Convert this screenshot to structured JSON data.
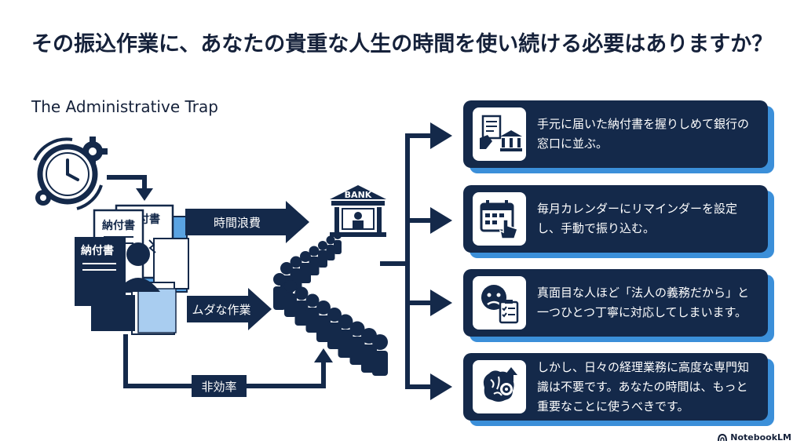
{
  "header": {
    "title": "その振込作業に、あなたの貴重な人生の時間を使い続ける必要はありますか？",
    "subtitle": "The Administrative Trap"
  },
  "illustration": {
    "invoice_label": "納付書",
    "bank_label": "BANK"
  },
  "flow": {
    "arrow_1_label": "時間浪費",
    "arrow_2_label": "ムダな作業",
    "arrow_3_label": "非効率"
  },
  "cards": [
    {
      "icon": "invoice-bank-icon",
      "text": "手元に届いた納付書を握りしめて銀行の窓口に並ぶ。"
    },
    {
      "icon": "calendar-click-icon",
      "text": "毎月カレンダーにリマインダーを設定し、手動で振り込む。"
    },
    {
      "icon": "worried-checklist-icon",
      "text": "真面目な人ほど「法人の義務だから」と一つひとつ丁寧に対応してしまいます。"
    },
    {
      "icon": "brain-gear-icon",
      "text": "しかし、日々の経理業務に高度な専門知識は不要です。あなたの時間は、もっと重要なことに使うべきです。"
    }
  ],
  "footer": {
    "brand": "NotebookLM"
  },
  "colors": {
    "navy": "#14294a",
    "accent": "#3b8fd9",
    "light_blue": "#a9cdf0"
  }
}
